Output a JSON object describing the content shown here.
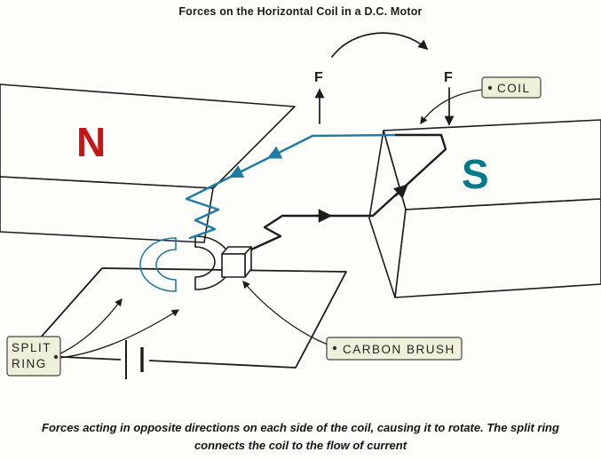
{
  "title": "Forces on the Horizontal Coil in a D.C. Motor",
  "diagram": {
    "north_pole": "N",
    "south_pole": "S",
    "force_left": "F",
    "force_right": "F",
    "coil_label": "COIL",
    "split_ring_label_line1": "SPLIT",
    "split_ring_label_line2": "RING",
    "carbon_brush_label": "CARBON BRUSH"
  },
  "caption": {
    "line1": "Forces acting in opposite directions on each side of the coil, causing it to rotate. The split ring",
    "line2": "connects the coil to the flow of current"
  },
  "colors": {
    "north_pole_text": "#c41717",
    "south_pole_text": "#00798a",
    "coil_wire": "#1f7aa6",
    "ink": "#1c1c1c",
    "label_box_fill": "#eef0da",
    "background": "#fdfdfa"
  }
}
